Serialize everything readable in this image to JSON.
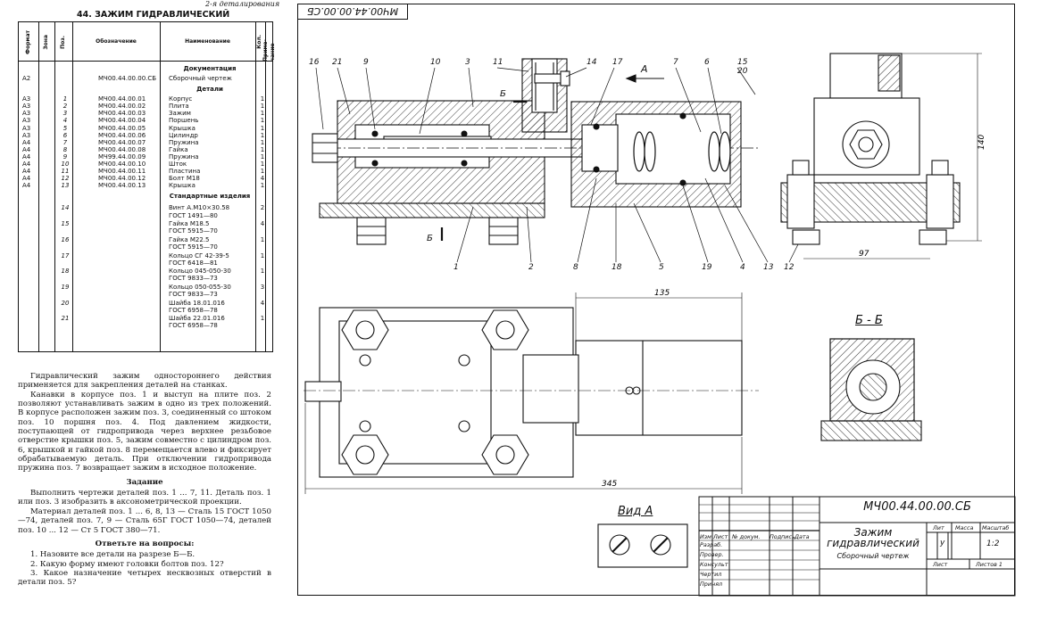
{
  "page_header": "2-я деталирования",
  "title": "44. ЗАЖИМ ГИДРАВЛИЧЕСКИЙ",
  "spec_table": {
    "headers": {
      "format": "Формат",
      "zone": "Зона",
      "pos": "Поз.",
      "designation": "Обозначение",
      "name": "Наименование",
      "qty": "Кол.",
      "note": "Приме-чание"
    },
    "sections": {
      "documentation": "Документация",
      "parts": "Детали",
      "standard": "Стандартные изделия"
    },
    "doc_row": {
      "format": "А2",
      "designation": "МЧ00.44.00.00.СБ",
      "name": "Сборочный чертеж"
    },
    "parts": [
      {
        "format": "А3",
        "pos": "1",
        "designation": "МЧ00.44.00.01",
        "name": "Корпус",
        "qty": "1"
      },
      {
        "format": "А3",
        "pos": "2",
        "designation": "МЧ00.44.00.02",
        "name": "Плита",
        "qty": "1"
      },
      {
        "format": "А3",
        "pos": "3",
        "designation": "МЧ00.44.00.03",
        "name": "Зажим",
        "qty": "1"
      },
      {
        "format": "А3",
        "pos": "4",
        "designation": "МЧ00.44.00.04",
        "name": "Поршень",
        "qty": "1"
      },
      {
        "format": "А3",
        "pos": "5",
        "designation": "МЧ00.44.00.05",
        "name": "Крышка",
        "qty": "1"
      },
      {
        "format": "А3",
        "pos": "6",
        "designation": "МЧ00.44.00.06",
        "name": "Цилиндр",
        "qty": "1"
      },
      {
        "format": "А4",
        "pos": "7",
        "designation": "МЧ00.44.00.07",
        "name": "Пружина",
        "qty": "1"
      },
      {
        "format": "А4",
        "pos": "8",
        "designation": "МЧ00.44.00.08",
        "name": "Гайка",
        "qty": "1"
      },
      {
        "format": "А4",
        "pos": "9",
        "designation": "МЧ99.44.00.09",
        "name": "Пружина",
        "qty": "1"
      },
      {
        "format": "А4",
        "pos": "10",
        "designation": "МЧ00.44.00.10",
        "name": "Шток",
        "qty": "1"
      },
      {
        "format": "А4",
        "pos": "11",
        "designation": "МЧ00.44.00.11",
        "name": "Пластина",
        "qty": "1"
      },
      {
        "format": "А4",
        "pos": "12",
        "designation": "МЧ00.44.00.12",
        "name": "Болт М18",
        "qty": "4"
      },
      {
        "format": "А4",
        "pos": "13",
        "designation": "МЧ00.44.00.13",
        "name": "Крышка",
        "qty": "1"
      }
    ],
    "standard": [
      {
        "pos": "14",
        "lines": [
          "Винт А.М10×30.58",
          "ГОСТ 1491—80"
        ],
        "qty": "2"
      },
      {
        "pos": "15",
        "lines": [
          "Гайка М18.5",
          "ГОСТ 5915—70"
        ],
        "qty": "4"
      },
      {
        "pos": "16",
        "lines": [
          "Гайка М22.5",
          "ГОСТ 5915—70"
        ],
        "qty": "1"
      },
      {
        "pos": "17",
        "lines": [
          "Кольцо СГ 42-39-5",
          "ГОСТ 6418—81"
        ],
        "qty": "1"
      },
      {
        "pos": "18",
        "lines": [
          "Кольцо 045-050-30",
          "ГОСТ 9833—73"
        ],
        "qty": "1"
      },
      {
        "pos": "19",
        "lines": [
          "Кольцо 050-055-30",
          "ГОСТ 9833—73"
        ],
        "qty": "3"
      },
      {
        "pos": "20",
        "lines": [
          "Шайба 18.01.016",
          "ГОСТ 6958—78"
        ],
        "qty": "4"
      },
      {
        "pos": "21",
        "lines": [
          "Шайба 22.01.016",
          "ГОСТ 6958—78"
        ],
        "qty": "1"
      }
    ]
  },
  "description": {
    "p1": "Гидравлический зажим одностороннего действия применяется для закрепления деталей на станках.",
    "p2": "Канавки в корпусе поз. 1 и выступ на плите поз. 2 позволяют устанавливать зажим в одно из трех положений. В корпусе расположен зажим поз. 3, соединенный со штоком поз. 10 поршня поз. 4. Под давлением жидкости, поступающей от гидропривода через верхнее резьбовое отверстие крышки поз. 5, зажим совместно с цилиндром поз. 6, крышкой и гайкой поз. 8 перемещается влево и фиксирует обрабатываемую деталь. При отключении гидропривода пружина поз. 7 возвращает зажим в исходное положение.",
    "task_heading": "Задание",
    "task": "Выполнить чертежи деталей поз. 1 ... 7, 11. Деталь поз. 1 или поз. 3 изобразить в аксонометрической проекции.",
    "material": "Материал деталей поз. 1 ... 6, 8, 13 — Сталь 15 ГОСТ 1050—74, деталей поз. 7, 9 — Сталь 65Г ГОСТ 1050—74, деталей поз. 10 ... 12 — Ст 5 ГОСТ 380—71.",
    "questions_heading": "Ответьте на вопросы:",
    "q1": "1. Назовите все детали на разрезе Б—Б.",
    "q2": "2. Какую форму имеют головки болтов поз. 12?",
    "q3": "3. Какое назначение четырех несквозных отверстий в детали поз. 5?"
  },
  "drawing": {
    "code_stamp": "МЧ00.44.00.00.СБ",
    "view_a": "Вид А",
    "section_bb": "Б - Б",
    "arrow_a": "А",
    "cut_b": "Б",
    "leaders": [
      "16",
      "21",
      "9",
      "10",
      "3",
      "11",
      "14",
      "17",
      "7",
      "6",
      "15",
      "1",
      "2",
      "8",
      "18",
      "5",
      "19",
      "4",
      "13",
      "12"
    ],
    "pos15_sub": "20",
    "dims": {
      "d140": "140",
      "d97": "97",
      "d135": "135",
      "d345": "345"
    }
  },
  "title_block": {
    "code": "МЧ00.44.00.00.СБ",
    "name_line1": "Зажим",
    "name_line2": "гидравлический",
    "doc_type": "Сборочный чертеж",
    "lit": "Лит",
    "mass": "Масса",
    "scale_label": "Масштаб",
    "lit_value": "у",
    "scale_value": "1:2",
    "sheet": "Лист",
    "sheets": "Листов 1",
    "row_labels": [
      "Изм",
      "Лист",
      "№ докум.",
      "Подпись",
      "Дата"
    ],
    "roles": [
      "Разраб.",
      "Провер.",
      "Консульт",
      "Чертил",
      "Принял"
    ]
  }
}
